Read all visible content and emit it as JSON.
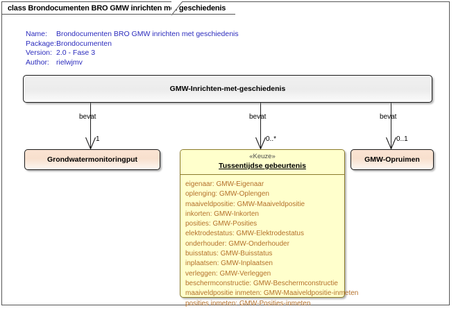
{
  "frame": {
    "tab_label": "class Brondocumenten BRO GMW inrichten met geschiedenis"
  },
  "meta": {
    "rows": [
      {
        "key": "Name:",
        "value": "Brondocumenten BRO GMW inrichten met geschiedenis"
      },
      {
        "key": "Package:",
        "value": "Brondocumenten"
      },
      {
        "key": "Version:",
        "value": "2.0 - Fase 3"
      },
      {
        "key": "Author:",
        "value": "rielwjmv"
      }
    ]
  },
  "classes": {
    "root": {
      "name": "GMW-Inrichten-met-geschiedenis"
    },
    "gmp": {
      "name": "Grondwatermonitoringput"
    },
    "opruimen": {
      "name": "GMW-Opruimen"
    },
    "keuze": {
      "stereotype": "«Keuze»",
      "name": "Tussentijdse gebeurtenis",
      "attributes": [
        "eigenaar: GMW-Eigenaar",
        "oplenging: GMW-Oplengen",
        "maaiveldpositie: GMW-Maaiveldpositie",
        "inkorten: GMW-Inkorten",
        "posities: GMW-Posities",
        "elektrodestatus: GMW-Elektrodestatus",
        "onderhouder: GMW-Onderhouder",
        "buisstatus: GMW-Buisstatus",
        "inplaatsen: GMW-Inplaatsen",
        "verleggen: GMW-Verleggen",
        "beschermconstructie: GMW-Beschermconstructie",
        "maaiveldpositie inmeten: GMW-Maaiveldpositie-inmeten",
        "posities inmeten: GMW-Posities-inmeten"
      ]
    }
  },
  "connectors": [
    {
      "label": "bevat",
      "multiplicity": "1"
    },
    {
      "label": "bevat",
      "multiplicity": "0..*"
    },
    {
      "label": "bevat",
      "multiplicity": "0..1"
    }
  ],
  "colors": {
    "meta_text": "#2b2bbd",
    "attribute_text": "#b4702a",
    "keuze_fill": "#ffffcc",
    "peach_fill": "#fae3d2",
    "root_fill": "#f0f0f0",
    "line": "#1a1a1a"
  }
}
